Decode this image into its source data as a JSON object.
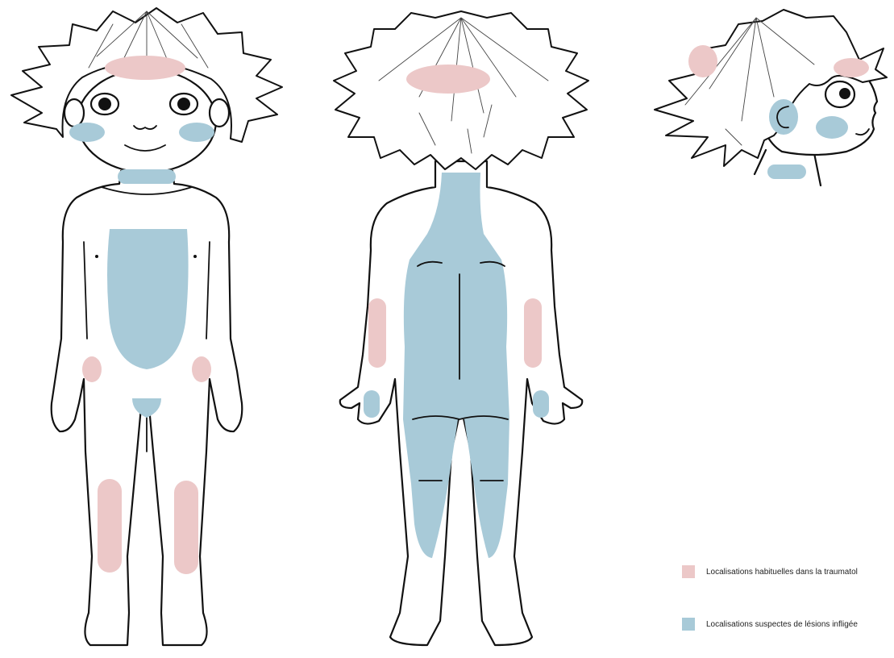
{
  "colors": {
    "habitual": "#ecc8c8",
    "suspect": "#a8cad8",
    "outline": "#111111",
    "background": "#ffffff"
  },
  "views": [
    {
      "id": "front",
      "zones": [
        "forehead",
        "cheeks",
        "neck",
        "chest-abdomen",
        "hips",
        "genital",
        "shins"
      ]
    },
    {
      "id": "back",
      "zones": [
        "crown",
        "back-buttocks-legs",
        "forearms",
        "hands"
      ]
    },
    {
      "id": "profile",
      "zones": [
        "back-of-head",
        "forehead",
        "ear",
        "cheek",
        "neck"
      ]
    }
  ],
  "legend": {
    "items": [
      {
        "label": "Localisations habituelles dans la traumatol",
        "color": "#ecc8c8"
      },
      {
        "label": "Localisations suspectes de lésions infligée",
        "color": "#a8cad8"
      }
    ]
  }
}
